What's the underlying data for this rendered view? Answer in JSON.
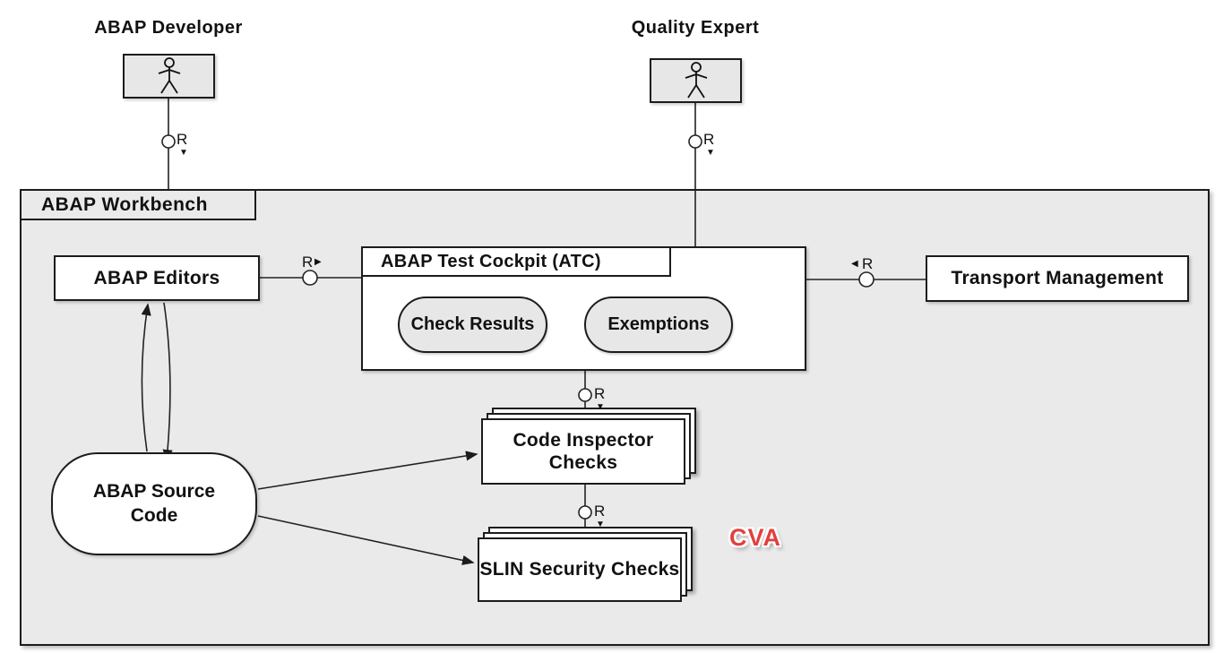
{
  "actors": {
    "developer": {
      "title": "ABAP Developer"
    },
    "quality_expert": {
      "title": "Quality Expert"
    }
  },
  "workbench": {
    "label": "ABAP Workbench"
  },
  "nodes": {
    "abap_editors": "ABAP Editors",
    "atc_title": "ABAP Test Cockpit (ATC)",
    "check_results": "Check Results",
    "exemptions": "Exemptions",
    "transport_management": "Transport Management",
    "abap_source_code": "ABAP Source Code",
    "code_inspector": "Code Inspector Checks",
    "slin": "SLIN Security Checks"
  },
  "annotations": {
    "cva": "CVA"
  },
  "connectors": {
    "developer_workbench": {
      "label": "R",
      "arrow": "▼"
    },
    "quality_atc": {
      "label": "R",
      "arrow": "▼"
    },
    "editors_atc": {
      "label": "R",
      "arrow": "▶"
    },
    "transport_atc": {
      "label": "R",
      "arrow": "◀"
    },
    "atc_code_inspector": {
      "label": "R",
      "arrow": "▼"
    },
    "code_inspector_slin": {
      "label": "R",
      "arrow": "▼"
    }
  },
  "colors": {
    "container_fill": "#eaeaea",
    "node_fill": "#ffffff",
    "accent_fill": "#e7e7e7",
    "line": "#1c1c1c",
    "cva_red": "#e2403c"
  }
}
